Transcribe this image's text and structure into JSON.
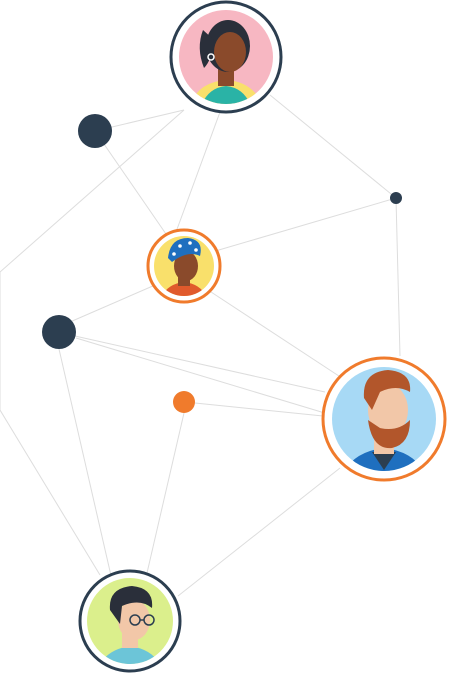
{
  "graph": {
    "colors": {
      "edge": "#dddddd",
      "navy": "#2c3e50",
      "orange": "#f07b2c",
      "skin_dark": "#8a4a2b",
      "skin_medium": "#b06a45",
      "skin_light": "#f2c7a8",
      "hair_dark": "#2a2f3a",
      "beard": "#b2562b"
    },
    "people": [
      {
        "id": "woman-top",
        "ring": "navy",
        "bg": "#f7b7c2",
        "icon": "woman-curly-hair-avatar"
      },
      {
        "id": "woman-headwrap",
        "ring": "orange",
        "bg": "#f9e06b",
        "icon": "woman-headwrap-avatar"
      },
      {
        "id": "man-beard",
        "ring": "orange",
        "bg": "#a7d9f5",
        "icon": "bearded-man-avatar"
      },
      {
        "id": "man-glasses",
        "ring": "navy",
        "bg": "#dbef8c",
        "icon": "man-glasses-avatar"
      }
    ],
    "dots": [
      {
        "id": "dot-large-1",
        "color": "navy"
      },
      {
        "id": "dot-small",
        "color": "navy"
      },
      {
        "id": "dot-large-2",
        "color": "navy"
      },
      {
        "id": "dot-orange",
        "color": "orange"
      }
    ]
  }
}
